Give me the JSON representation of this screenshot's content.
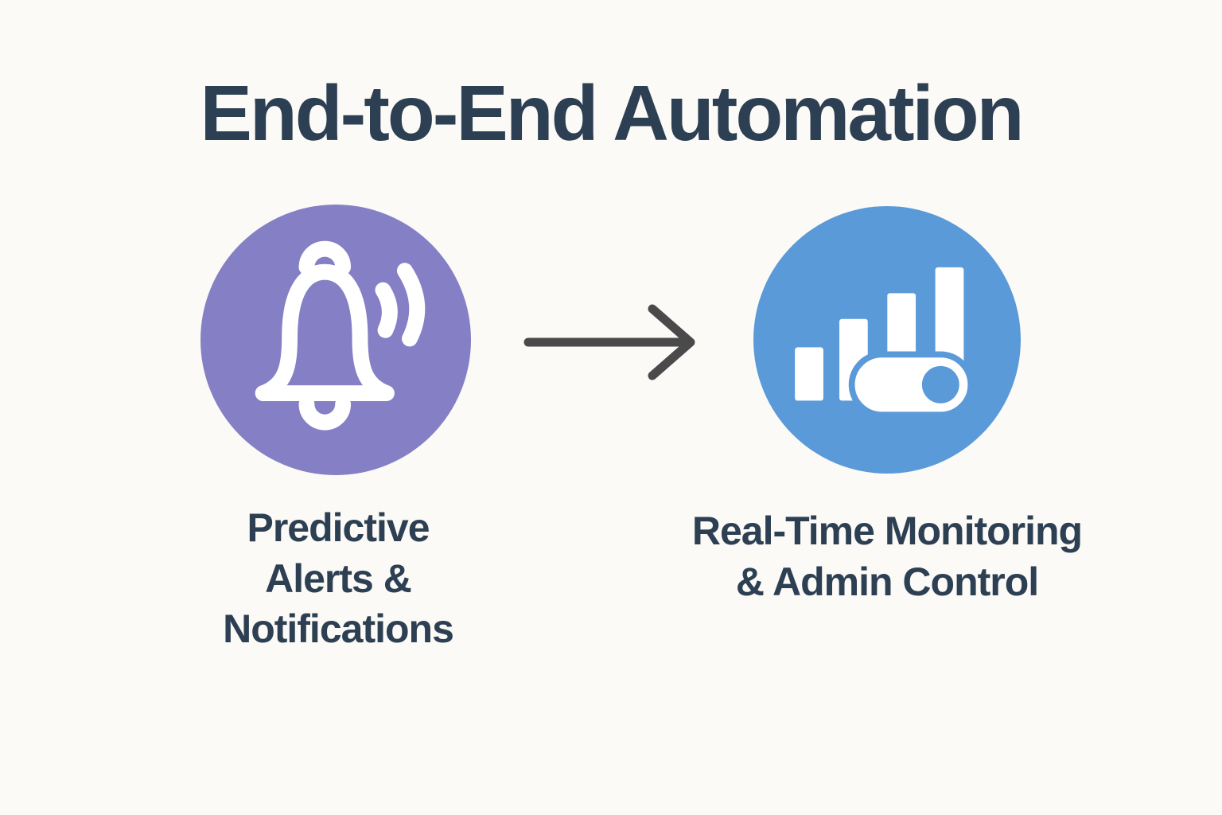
{
  "title": "End-to-End Automation",
  "nodes": [
    {
      "id": "predictive-alerts",
      "icon": "bell-ring-icon",
      "circle_color": "#8580C5",
      "label_lines": [
        "Predictive",
        "Alerts &",
        "Notifications"
      ]
    },
    {
      "id": "realtime-monitoring",
      "icon": "bar-chart-toggle-icon",
      "circle_color": "#5B9AD8",
      "label_lines": [
        "Real-Time Monitoring",
        "& Admin Control"
      ]
    }
  ],
  "connector": {
    "type": "arrow-right",
    "color": "#4A4A4A"
  },
  "colors": {
    "background": "#FCFAF6",
    "text": "#2D4053",
    "icon_foreground": "#FFFFFF",
    "alerts_circle": "#8580C5",
    "monitoring_circle": "#5B9AD8",
    "arrow": "#4A4A4A"
  }
}
